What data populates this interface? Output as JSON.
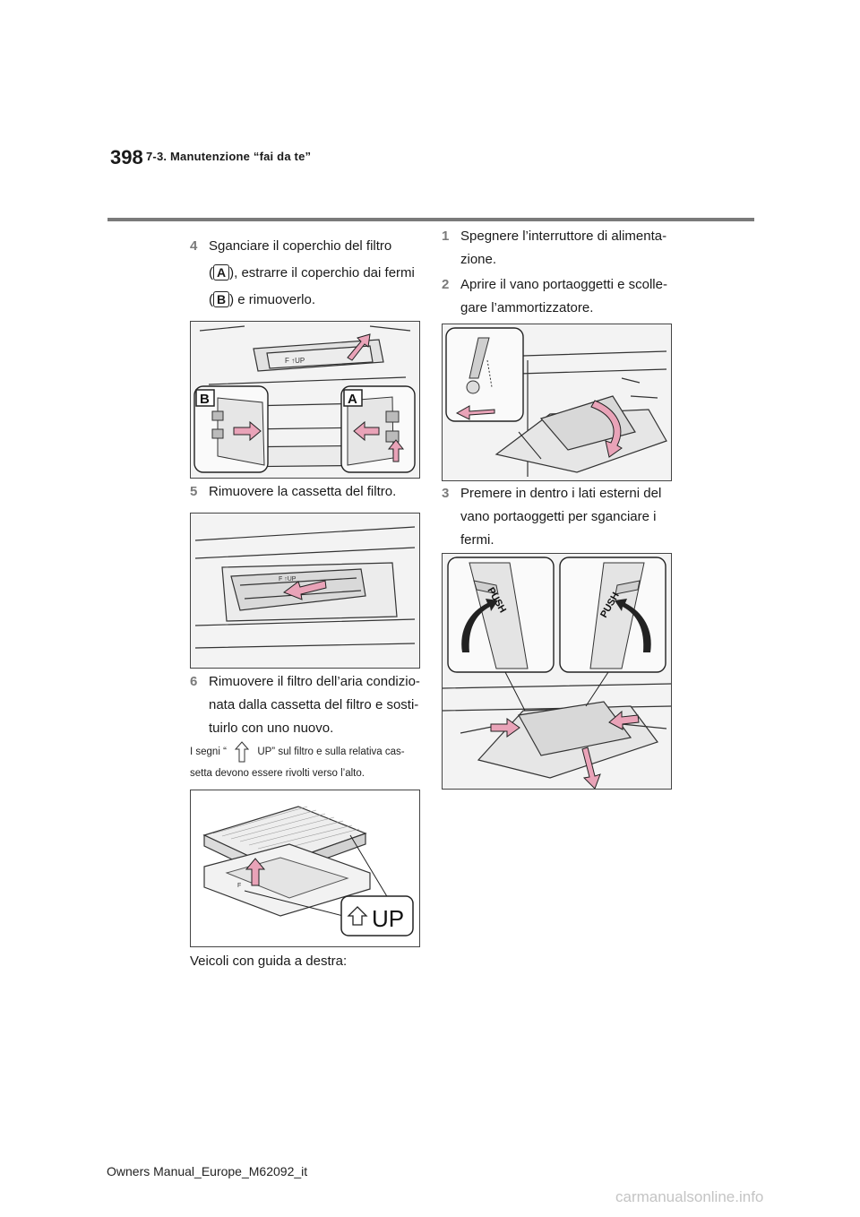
{
  "header": {
    "page_number": "398",
    "section": "7-3. Manutenzione “fai da te”"
  },
  "left": {
    "step4": {
      "num": "4",
      "line1": "Sganciare il coperchio del filtro",
      "line2_open": "(",
      "label_a": "A",
      "line2_rest": "), estrarre il coperchio dai fermi",
      "line3_open": "(",
      "label_b": "B",
      "line3_rest": ") e rimuoverlo."
    },
    "fig1": {
      "label_b": "B",
      "label_a": "A",
      "cover_text": "F ↑UP"
    },
    "step5": {
      "num": "5",
      "line1": "Rimuovere la cassetta del filtro."
    },
    "fig2": {
      "cover_text": "F ↑UP"
    },
    "step6": {
      "num": "6",
      "line1": "Rimuovere il filtro dell’aria condizio-",
      "line2": "nata dalla cassetta del filtro e sosti-",
      "line3": "tuirlo con uno nuovo."
    },
    "note": {
      "part1": "I segni “",
      "part2": "UP” sul filtro e sulla relativa cas-",
      "line2": "setta devono essere rivolti verso l’alto."
    },
    "fig3": {
      "up_label": "UP",
      "mini_label": "F"
    },
    "rhd_label": "Veicoli con guida a destra:"
  },
  "right": {
    "step1": {
      "num": "1",
      "line1": "Spegnere l’interruttore di alimenta-",
      "line2": "zione."
    },
    "step2": {
      "num": "2",
      "line1": "Aprire il vano portaoggetti e scolle-",
      "line2": "gare l’ammortizzatore."
    },
    "step3": {
      "num": "3",
      "line1": "Premere in dentro i lati esterni del",
      "line2": "vano portaoggetti per sganciare i",
      "line3": "fermi."
    },
    "fig5": {
      "push_left": "PUSH",
      "push_right": "PUSH"
    }
  },
  "footer": {
    "text": "Owners Manual_Europe_M62092_it"
  },
  "watermark": {
    "text": "carmanualsonline.info"
  },
  "colors": {
    "arrow_pink": "#e9a3b8",
    "arrow_stroke": "#222222",
    "rule_gray": "#7a7a7a",
    "step_num_gray": "#7a7a7a"
  }
}
